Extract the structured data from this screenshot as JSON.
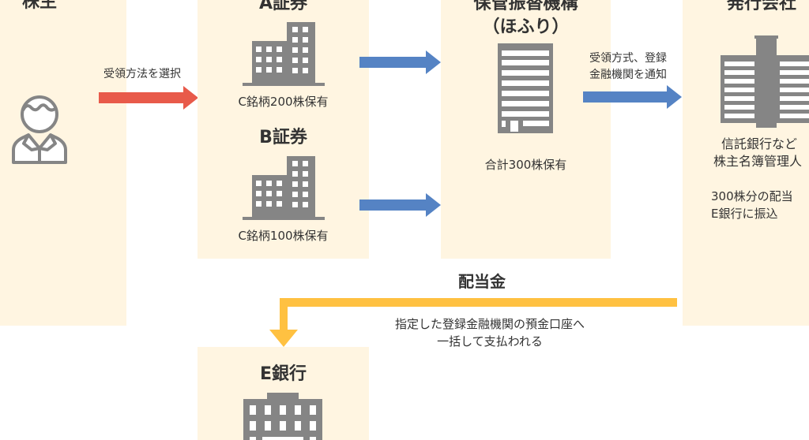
{
  "colors": {
    "panel": "#fff5e1",
    "icon_gray": "#858585",
    "arrow_red": "#e85a4a",
    "arrow_blue": "#5583c4",
    "arrow_yellow": "#ffc141",
    "text": "#333333"
  },
  "shareholder": {
    "title": "株主",
    "icon": "person-icon"
  },
  "arrow_select": {
    "label": "受領方法を選択"
  },
  "broker_a": {
    "title": "A証券",
    "holding": "C銘柄200株保有",
    "icon": "office-building-icon"
  },
  "broker_b": {
    "title": "B証券",
    "holding": "C銘柄100株保有",
    "icon": "office-building-icon"
  },
  "jasdec": {
    "title_line1": "保管振替機構",
    "title_line2": "（ほふり）",
    "holding": "合計300株保有",
    "icon": "tower-building-icon"
  },
  "arrow_notify": {
    "label_line1": "受領方式、登録",
    "label_line2": "金融機関を通知"
  },
  "issuer": {
    "title": "発行会社",
    "desc_line1": "信託銀行など",
    "desc_line2": "株主名簿管理人",
    "payment_line1": "300株分の配当",
    "payment_line2": "E銀行に振込",
    "icon": "corporate-building-icon"
  },
  "dividend_flow": {
    "title": "配当金",
    "desc_line1": "指定した登録金融機関の預金口座へ",
    "desc_line2": "一括して支払われる"
  },
  "bank_e": {
    "title": "E銀行",
    "icon": "bank-building-icon"
  }
}
